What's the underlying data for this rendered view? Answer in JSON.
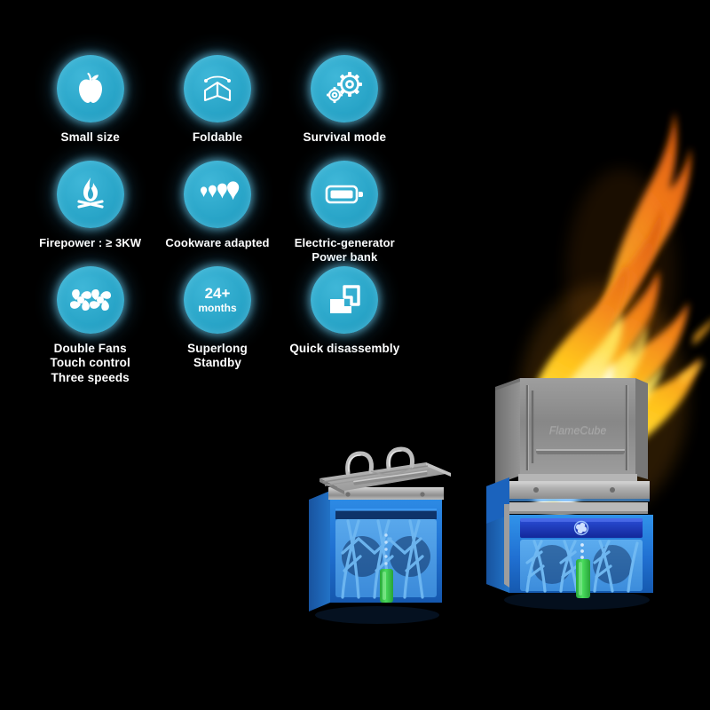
{
  "poster": {
    "background_color": "#000000",
    "accent_color": "#29a5c8",
    "label_color": "#ffffff",
    "alt": "Portable folding camping stove feature graphic"
  },
  "features": [
    {
      "id": "small-size",
      "icon": "apple-icon",
      "label": "Small size"
    },
    {
      "id": "foldable",
      "icon": "foldable-panel-icon",
      "label": "Foldable"
    },
    {
      "id": "survival-mode",
      "icon": "gears-icon",
      "label": "Survival mode"
    },
    {
      "id": "firepower",
      "icon": "campfire-icon",
      "label": "Firepower : ≥ 3KW"
    },
    {
      "id": "cookware-adapted",
      "icon": "cookware-sizes-icon",
      "label": "Cookware adapted"
    },
    {
      "id": "power-bank",
      "icon": "battery-icon",
      "label": "Electric-generator\nPower bank"
    },
    {
      "id": "double-fans",
      "icon": "double-fan-icon",
      "label": "Double Fans\nTouch control\nThree speeds"
    },
    {
      "id": "superlong-standby",
      "icon": "months-text-icon",
      "label": "Superlong\nStandby",
      "badge_big": "24+",
      "badge_small": "months"
    },
    {
      "id": "quick-disassembly",
      "icon": "puzzle-blocks-icon",
      "label": "Quick disassembly"
    }
  ],
  "product": {
    "brand_emboss": "FlameCube",
    "folded_stove_name": "folded-stove",
    "assembled_stove_name": "assembled-stove",
    "body_color": "#1f74cf",
    "grille_color": "#3f9ae6",
    "metal_color": "#9a9a9a",
    "button_color": "#35c54a",
    "panel_color": "#1233b0"
  },
  "flame": {
    "name": "flame",
    "core_color": "#fff7c4",
    "mid_color": "#ffd528",
    "tip_color": "#f07c18"
  }
}
